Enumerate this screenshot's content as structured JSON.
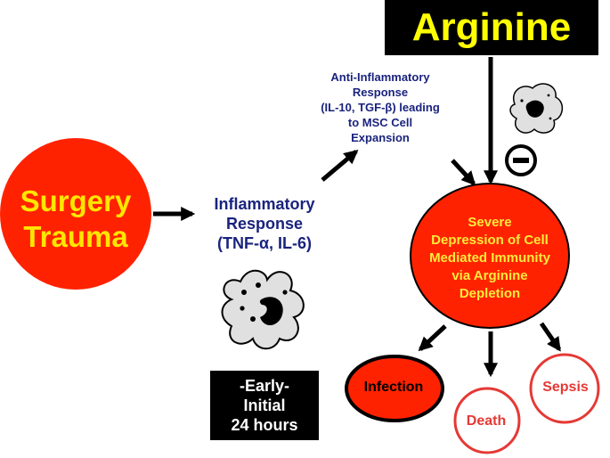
{
  "arginine": "Arginine",
  "surgery_trauma": [
    "Surgery",
    "Trauma"
  ],
  "inflammatory_response": [
    "Inflammatory",
    "Response",
    "(TNF-α, IL-6)"
  ],
  "anti_inflammatory_response": [
    "Anti-Inflammatory",
    "Response",
    "(IL-10, TGF-β) leading",
    "to MSC Cell",
    "Expansion"
  ],
  "severe_depression": [
    "Severe",
    "Depression of Cell",
    "Mediated Immunity",
    "via Arginine",
    "Depletion"
  ],
  "early_initial": [
    "-Early-",
    "Initial",
    "24 hours"
  ],
  "outcomes": {
    "infection": "Infection",
    "death": "Death",
    "sepsis": "Sepsis"
  },
  "inhibition_symbol": "−",
  "colors": {
    "circle_red": "#ff2200",
    "label_yellow": "#ffe600",
    "label_navy": "#1a237e",
    "outcome_red": "#e53935",
    "cell_gray": "#e0e0e0"
  }
}
